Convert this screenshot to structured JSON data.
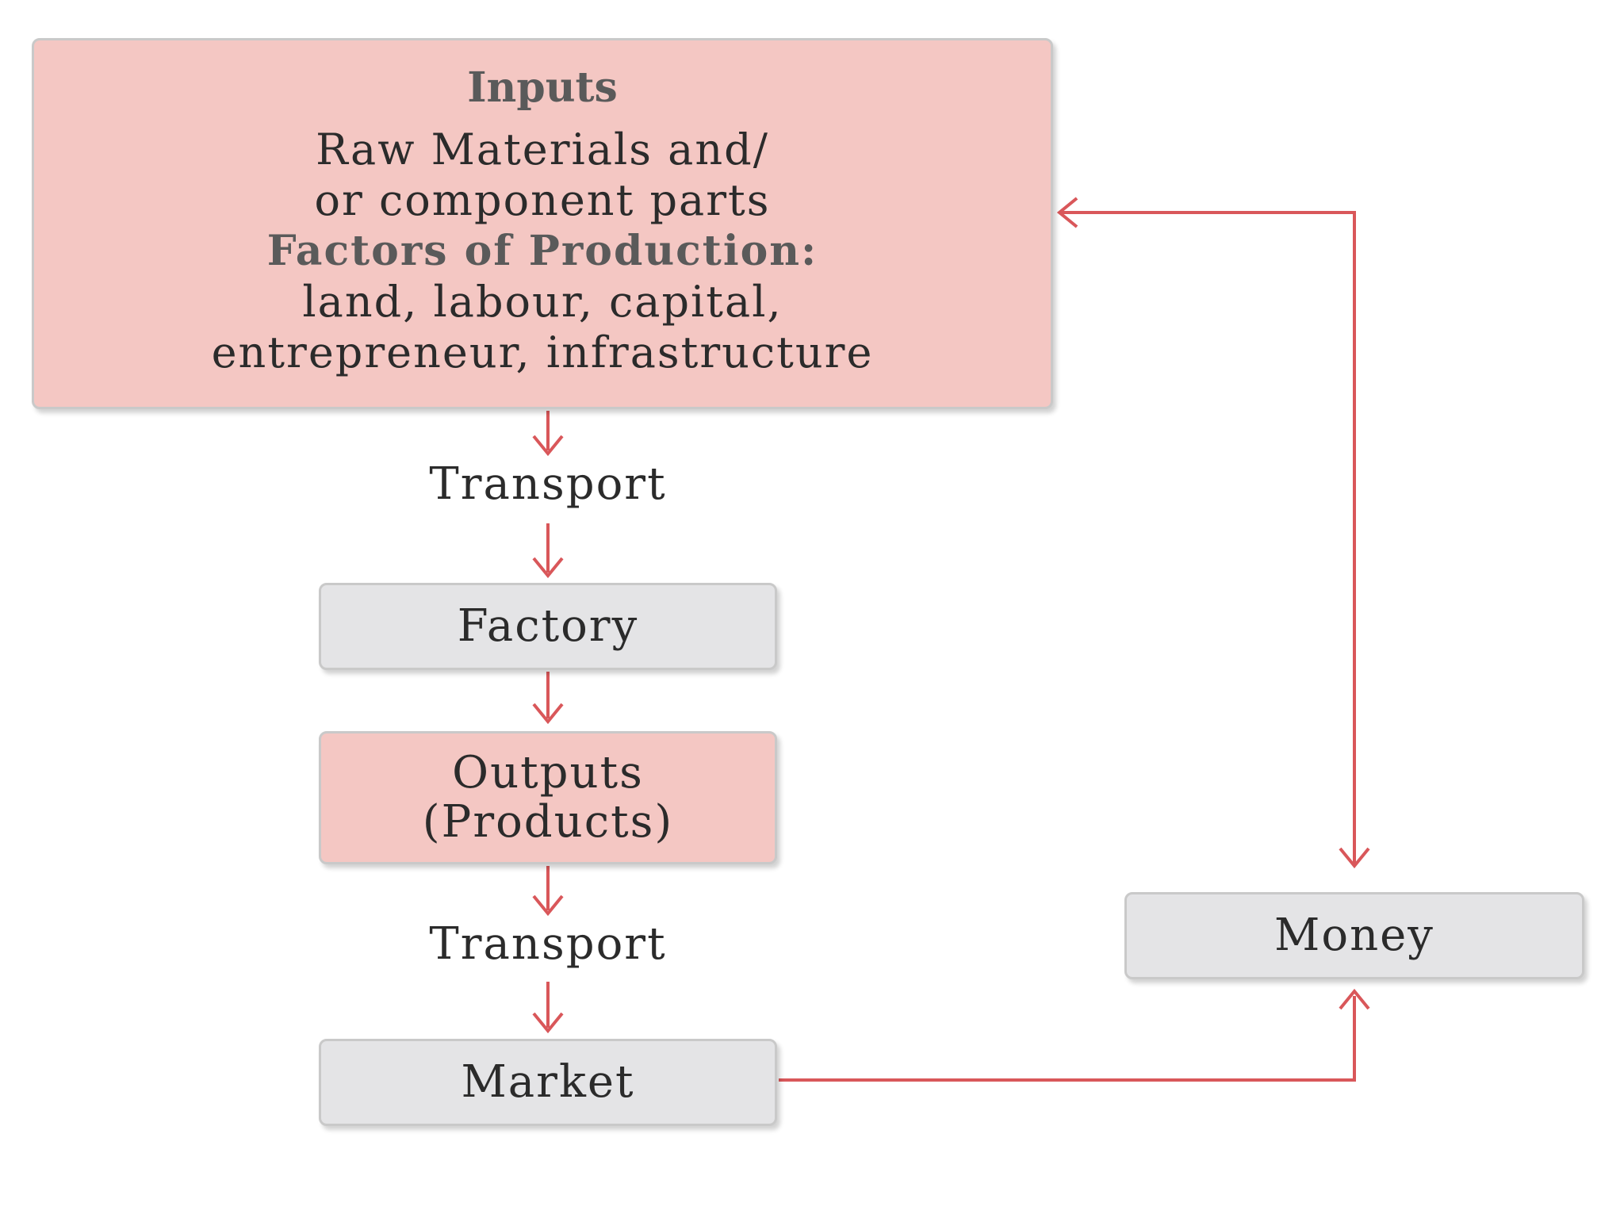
{
  "colors": {
    "arrow": "#d9575a",
    "pink_box": "#f4c7c3",
    "grey_box": "#e4e4e6"
  },
  "inputs": {
    "heading": "Inputs",
    "line1": "Raw Materials and/",
    "line2": "or component parts",
    "line3": "Factors of Production:",
    "line4": "land, labour, capital,",
    "line5": "entrepreneur, infrastructure"
  },
  "transport_1": "Transport",
  "factory": "Factory",
  "outputs": {
    "line1": "Outputs",
    "line2": "(Products)"
  },
  "transport_2": "Transport",
  "market": "Market",
  "money": "Money"
}
